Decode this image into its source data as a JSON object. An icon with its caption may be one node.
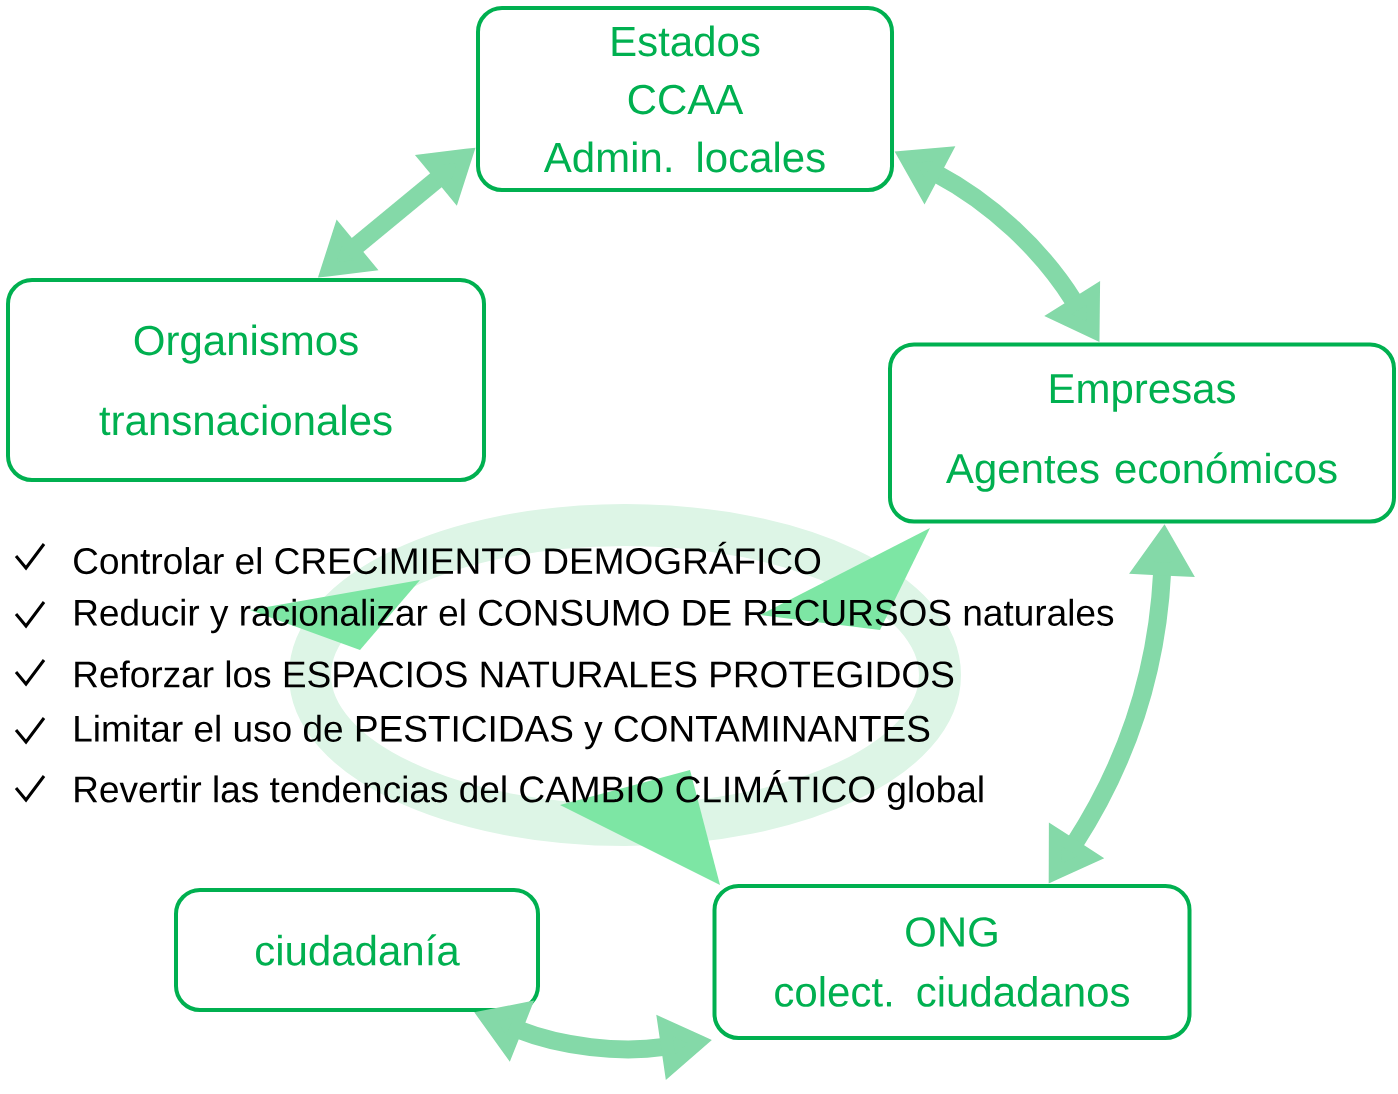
{
  "diagram": {
    "nodes": [
      {
        "text": [
          "Estados",
          "CCAA",
          "Admin. locales"
        ]
      },
      {
        "text": [
          "Organismos transnacionales"
        ]
      },
      {
        "text": [
          "Empresas",
          "Agentes económicos"
        ]
      },
      {
        "text": [
          "ciudadanía"
        ]
      },
      {
        "text": [
          "ONG",
          "colect. ciudadanos"
        ]
      }
    ],
    "edges": [
      {
        "from": 0,
        "to": 1,
        "arrow": "both"
      },
      {
        "from": 0,
        "to": 2,
        "arrow": "both"
      },
      {
        "from": 2,
        "to": 4,
        "arrow": "both"
      },
      {
        "from": 3,
        "to": 4,
        "arrow": "both"
      }
    ],
    "labels": [
      "Controlar el CRECIMIENTO DEMOGRÁFICO",
      "Reducir y racionalizar el CONSUMO DE RECURSOS naturales",
      "Reforzar los ESPACIOS NATURALES PROTEGIDOS",
      "Limitar el uso de PESTICIDAS y CONTAMINANTES",
      "Revertir las tendencias del CAMBIO CLIMÁTICO global"
    ]
  }
}
